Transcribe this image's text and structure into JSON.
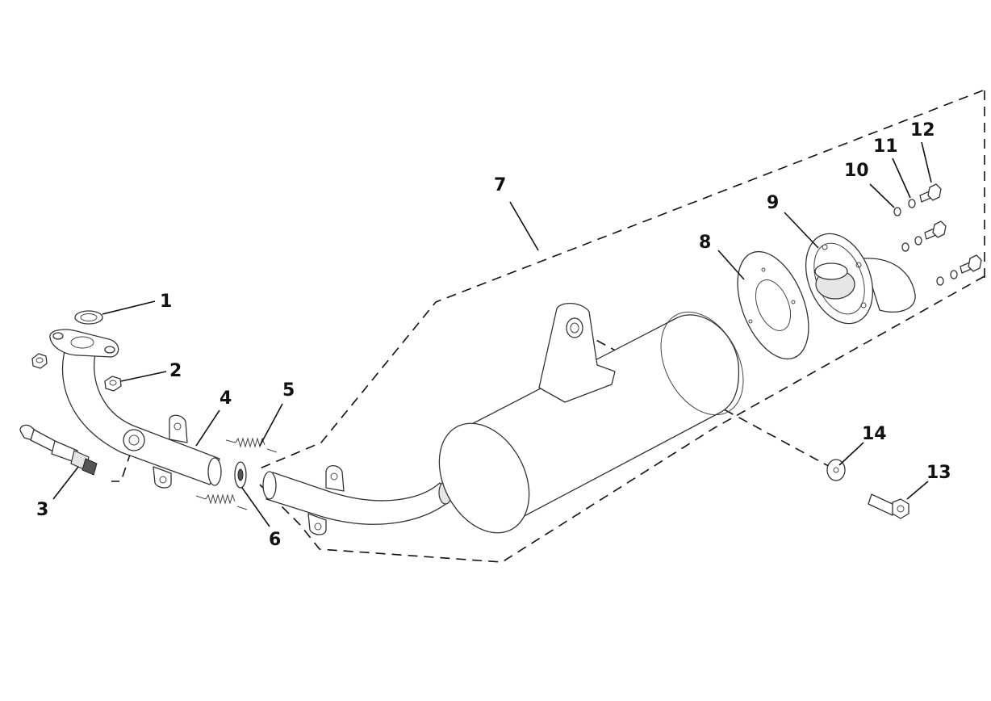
{
  "diagram": {
    "callouts": [
      {
        "label": "1"
      },
      {
        "label": "2"
      },
      {
        "label": "3"
      },
      {
        "label": "4"
      },
      {
        "label": "5"
      },
      {
        "label": "6"
      },
      {
        "label": "7"
      },
      {
        "label": "8"
      },
      {
        "label": "9"
      },
      {
        "label": "10"
      },
      {
        "label": "11"
      },
      {
        "label": "12"
      },
      {
        "label": "13"
      },
      {
        "label": "14"
      }
    ]
  }
}
